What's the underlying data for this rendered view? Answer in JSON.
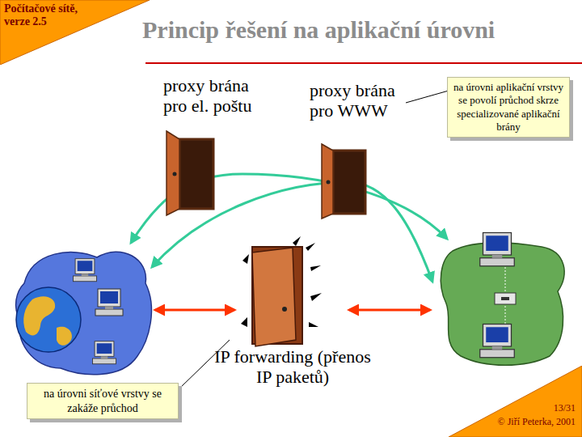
{
  "diagram": {
    "title": "Princip řešení na aplikační úrovni",
    "nodes": [
      {
        "text": [
          "Počítačové sítě, verze 2.5"
        ]
      },
      {
        "text": [
          "na úrovni aplikační vrstvy se povolí průchod skrze specializované aplikační brány"
        ]
      },
      {
        "text": [
          "na úrovni síťové vrstvy se zakáže průchod"
        ]
      },
      {
        "text": [
          "13/31",
          "© Jiří Peterka, 2001"
        ]
      }
    ],
    "labels": [
      "proxy brána pro el. poštu",
      "proxy brána pro WWW",
      "IP forwarding (přenos IP paketů)"
    ]
  }
}
